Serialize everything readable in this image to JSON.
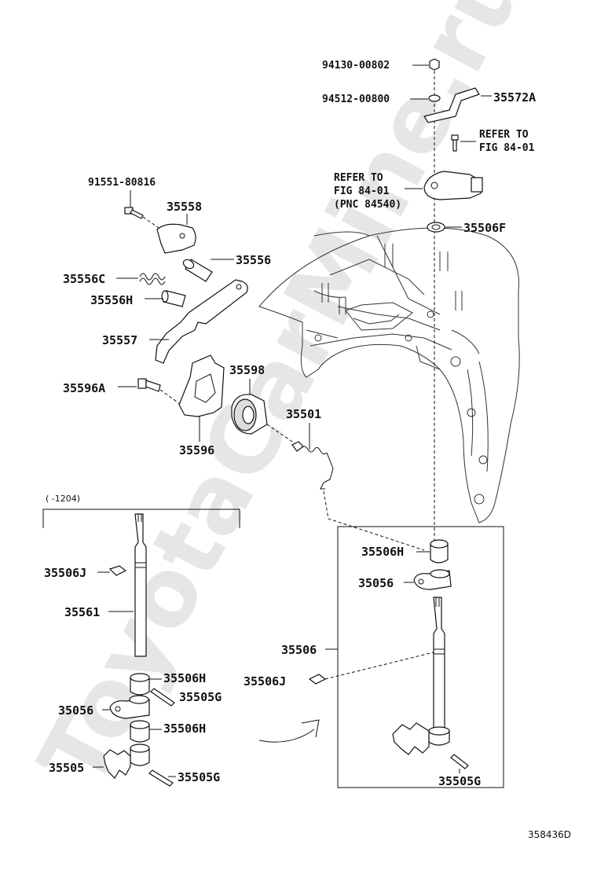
{
  "watermark": "ToyotaCarMine.ru",
  "footer_code": "358436D",
  "range_note": "(     -1204)",
  "labels": {
    "p94130": "94130-00802",
    "p94512": "94512-00800",
    "p35572A": "35572A",
    "refer_to_1": "REFER TO",
    "fig_84_01_1": "FIG 84-01",
    "refer_to_2": "REFER TO",
    "fig_84_01_2": "FIG 84-01",
    "pnc": "(PNC 84540)",
    "p35506F": "35506F",
    "p91551": "91551-80816",
    "p35558": "35558",
    "p35556": "35556",
    "p35556C": "35556C",
    "p35556H": "35556H",
    "p35557": "35557",
    "p35596A": "35596A",
    "p35598": "35598",
    "p35501": "35501",
    "p35596": "35596",
    "p35506J_left": "35506J",
    "p35561": "35561",
    "p35506H_l1": "35506H",
    "p35505G_l1": "35505G",
    "p35056_left": "35056",
    "p35506H_l2": "35506H",
    "p35505_left": "35505",
    "p35505G_l2": "35505G",
    "p35506H_right": "35506H",
    "p35056_right": "35056",
    "p35506": "35506",
    "p35506J_right": "35506J",
    "p35505G_right": "35505G"
  }
}
